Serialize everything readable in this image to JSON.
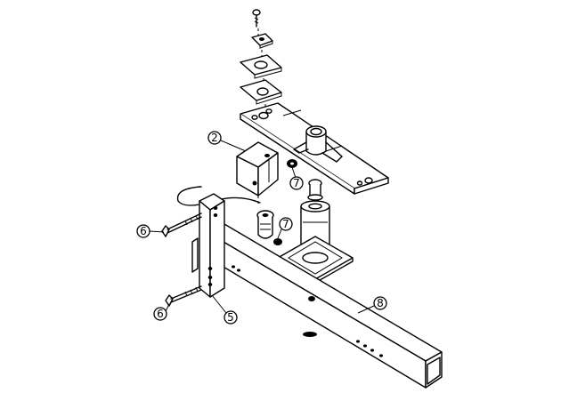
{
  "callouts": [
    {
      "id": "c2",
      "label": "2"
    },
    {
      "id": "c7a",
      "label": "7"
    },
    {
      "id": "c7b",
      "label": "7"
    },
    {
      "id": "c6a",
      "label": "6"
    },
    {
      "id": "c6b",
      "label": "6"
    },
    {
      "id": "c5",
      "label": "5"
    },
    {
      "id": "c8",
      "label": "8"
    }
  ]
}
